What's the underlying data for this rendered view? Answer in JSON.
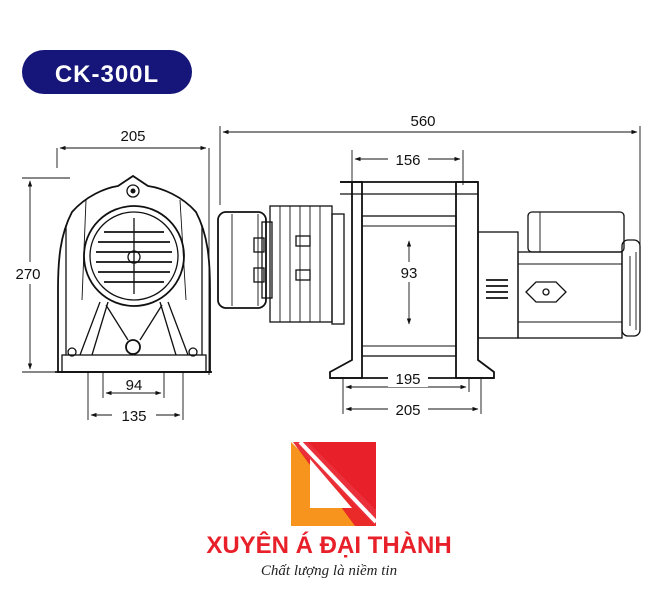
{
  "model": {
    "code": "CK-300L",
    "badge_color": "#16167a"
  },
  "dimensions": {
    "front_width": "205",
    "front_height": "270",
    "front_base_inner": "94",
    "front_base_outer": "135",
    "side_total_length": "560",
    "side_drum_top": "156",
    "side_drum_diameter": "93",
    "side_base_inner": "195",
    "side_base_outer": "205"
  },
  "brand": {
    "name": "XUYÊN Á ĐẠI THÀNH",
    "slogan": "Chất lượng là niềm tin",
    "logo_orange": "#f7941d",
    "logo_red": "#e8202a"
  }
}
